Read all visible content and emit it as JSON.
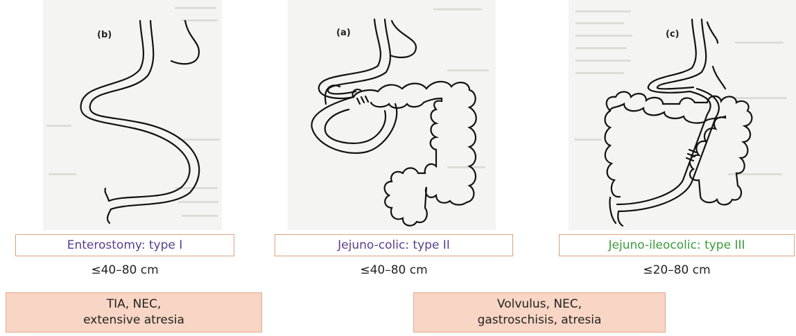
{
  "panels": [
    {
      "label": "(b)",
      "type": "Enterostomy: type I",
      "type_color": "#5a3d8a",
      "length": "≤40–80 cm"
    },
    {
      "label": "(a)",
      "type": "Jejuno-colic: type II",
      "type_color": "#5a3d8a",
      "length": "≤40–80 cm"
    },
    {
      "label": "(c)",
      "type": "Jejuno-ileocolic: type III",
      "type_color": "#3a9a3a",
      "length": "≤20–80 cm"
    }
  ],
  "causes": [
    {
      "line1": "TIA, NEC,",
      "line2": "extensive atresia"
    },
    {
      "line1": "Volvulus, NEC,",
      "line2": "gastroschisis, atresia"
    }
  ],
  "colors": {
    "box_border": "#d9a27e",
    "cause_fill": "#f8d5c4",
    "type1_text": "#5a3d8a",
    "type3_text": "#3a9a3a"
  }
}
